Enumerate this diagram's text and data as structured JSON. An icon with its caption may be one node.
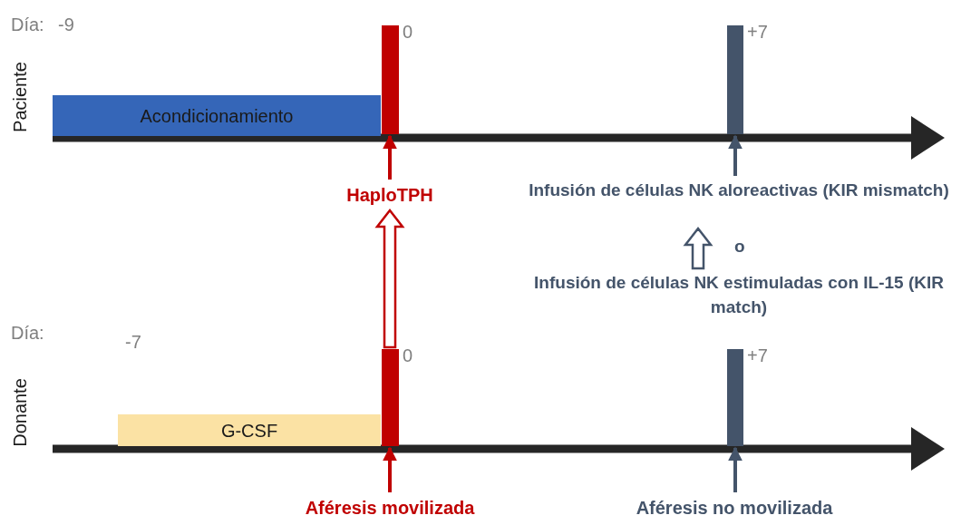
{
  "diagram": {
    "nodes": [
      {
        "text": [
          "Acondicionamiento"
        ]
      },
      {
        "text": [],
        "shape": "bar",
        "beside": [
          "0"
        ]
      },
      {
        "text": [],
        "shape": "bar",
        "beside": [
          "+7"
        ]
      },
      {
        "text": [
          "HaploTPH"
        ]
      },
      {
        "text": [
          "Infusión de células NK aloreactivas (KIR mismatch)"
        ]
      },
      {
        "text": [
          "Infusión de células NK estimuladas con IL-15 (KIR match)"
        ]
      },
      {
        "text": [
          "G-CSF"
        ]
      },
      {
        "text": [],
        "shape": "bar",
        "beside": [
          "0"
        ]
      },
      {
        "text": [],
        "shape": "bar",
        "beside": [
          "+7"
        ]
      },
      {
        "text": [
          "Aféresis movilizada"
        ]
      },
      {
        "text": [
          "Aféresis no movilizada"
        ]
      }
    ],
    "edges": [
      {
        "from": 3,
        "to": 1,
        "arrow": "to",
        "color": "#c00000"
      },
      {
        "from": 4,
        "to": 2,
        "arrow": "to",
        "color": "#44546a"
      },
      {
        "from": 7,
        "to": 3,
        "arrow": "to",
        "style": "thick",
        "color": "#c00000"
      },
      {
        "from": 5,
        "to": 4,
        "arrow": "to",
        "style": "thick",
        "color": "#44546a"
      },
      {
        "from": 9,
        "to": 7,
        "arrow": "to",
        "color": "#c00000"
      },
      {
        "from": 10,
        "to": 8,
        "arrow": "to",
        "color": "#44546a"
      }
    ],
    "labels": [
      "Paciente",
      "Día:",
      "-9",
      "o",
      "Donante",
      "Día:",
      "-7"
    ]
  }
}
